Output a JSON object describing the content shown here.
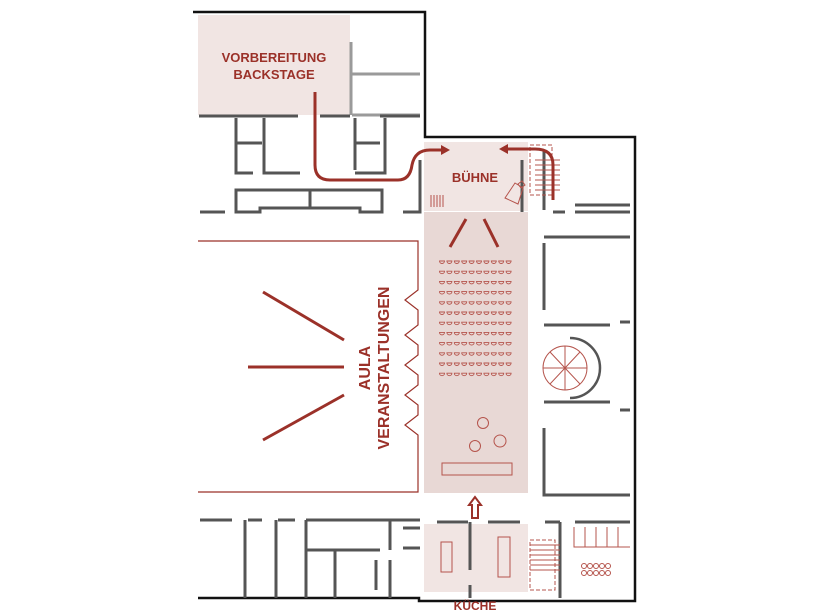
{
  "rooms": {
    "backstage": {
      "line1": "VORBEREITUNG",
      "line2": "BACKSTAGE"
    },
    "stage": {
      "label": "BÜHNE"
    },
    "aula": {
      "line1": "AULA",
      "line2": "VERANSTALTUNGEN"
    },
    "kitchen": {
      "label": "KÜCHE"
    }
  },
  "colors": {
    "accent": "#9b3129",
    "zone_light": "#f1e5e3",
    "zone_dark": "#e8d8d5",
    "wall": "#111111"
  },
  "seating": {
    "rows": 12,
    "seats_per_row": 10
  }
}
